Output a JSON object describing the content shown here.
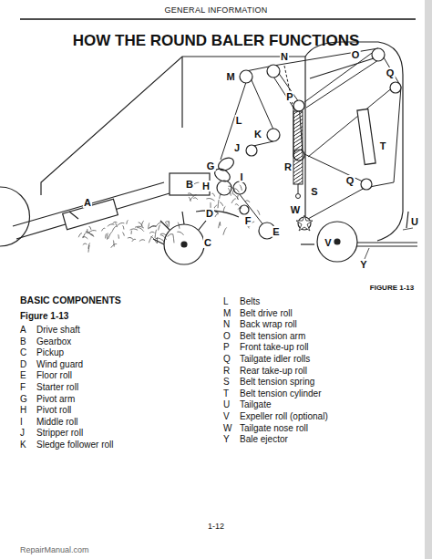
{
  "diagram": {
    "title": "HOW THE ROUND BALER FUNCTIONS",
    "labels": [
      "GENERAL INFORMATION",
      "M",
      "N",
      "O",
      "P",
      "L",
      "K",
      "J",
      "G",
      "H",
      "I",
      "R",
      "S",
      "T",
      "Q",
      "Q",
      "B",
      "A",
      "D",
      "E",
      "W",
      "V",
      "F",
      "C",
      "U",
      "Y",
      "FIGURE 1-13",
      "BASIC COMPONENTS",
      "Figure 1-13",
      "A",
      "Drive shaft",
      "B",
      "Gearbox",
      "C",
      "Pickup",
      "D",
      "Wind guard",
      "E",
      "Floor roll",
      "F",
      "Starter roll",
      "G",
      "Pivot arm",
      "H",
      "Pivot roll",
      "I",
      "Middle roll",
      "J",
      "Stripper roll",
      "K",
      "Sledge follower roll",
      "L",
      "Belts",
      "M",
      "Belt drive roll",
      "N",
      "Back wrap roll",
      "O",
      "Belt tension arm",
      "P",
      "Front take-up roll",
      "Q",
      "Tailgate idler rolls",
      "R",
      "Rear take-up roll",
      "S",
      "Belt tension spring",
      "T",
      "Belt tension cylinder",
      "U",
      "Tailgate",
      "V",
      "Expeller roll (optional)",
      "W",
      "Tailgate nose roll",
      "Y",
      "Bale ejector",
      "1-12",
      "RepairManual.com"
    ]
  }
}
